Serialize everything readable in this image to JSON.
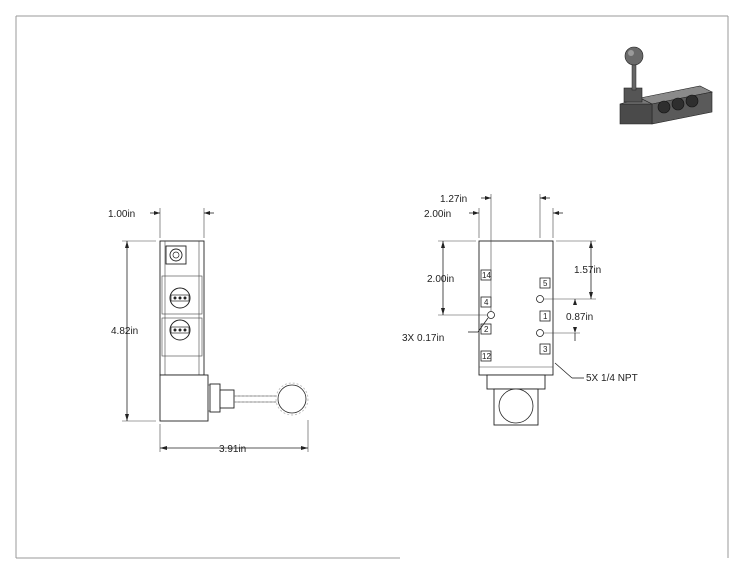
{
  "side_view": {
    "dim_width": "1.00in",
    "dim_height": "4.82in",
    "dim_length": "3.91in"
  },
  "front_view": {
    "dim_top_a": "1.27in",
    "dim_top_b": "2.00in",
    "dim_left_height": "2.00in",
    "dim_right_height": "1.57in",
    "dim_right_spacing": "0.87in",
    "dim_mount_holes": "3X 0.17in",
    "dim_ports": "5X 1/4 NPT",
    "ports": [
      "14",
      "4",
      "2",
      "12",
      "5",
      "1",
      "3"
    ]
  },
  "colors": {
    "line": "#222222",
    "frame": "#999999",
    "iso_body": "#3a3a3a"
  }
}
